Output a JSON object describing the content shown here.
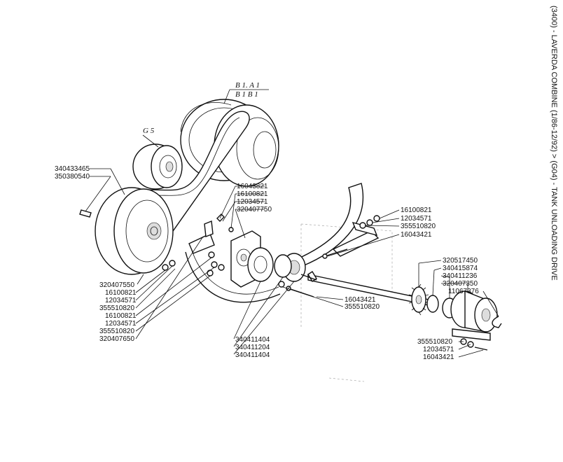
{
  "title": "(3400) - LAVERDA COMBINE (1/86-12/92) > (G04) - TANK UNLOADING DRIVE",
  "ref_marks": {
    "b1a1": "B 1. A 1",
    "b1b1": "B 1 B 1",
    "g5": "G 5"
  },
  "part_numbers": {
    "l_340433465": "340433465",
    "l_350380540": "350380540",
    "l_16043821": "16043821",
    "l_16100821_top": "16100821",
    "l_12034571_top": "12034571",
    "l_320407750": "320407750",
    "l_320407550": "320407550",
    "l_16100821_a": "16100821",
    "l_12034571_a": "12034571",
    "l_355510820_a": "355510820",
    "l_16100821_b": "16100821",
    "l_12034571_b": "12034571",
    "l_355510820_b": "355510820",
    "l_320407650": "320407650",
    "l_16100821_r": "16100821",
    "l_12034571_r": "12034571",
    "l_355510820_r": "355510820",
    "l_16043421_r": "16043421",
    "l_320517450": "320517450",
    "l_340415874": "340415874",
    "l_340411236": "340411236",
    "l_320407350": "320407350",
    "l_11067376": "11067376",
    "l_16043421_m": "16043421",
    "l_355510820_m": "355510820",
    "l_340411404_a": "340411404",
    "l_340411204": "340411204",
    "l_340411404_b": "340411404",
    "l_355510820_br": "355510820",
    "l_12034571_br": "12034571",
    "l_16043421_br": "16043421"
  }
}
